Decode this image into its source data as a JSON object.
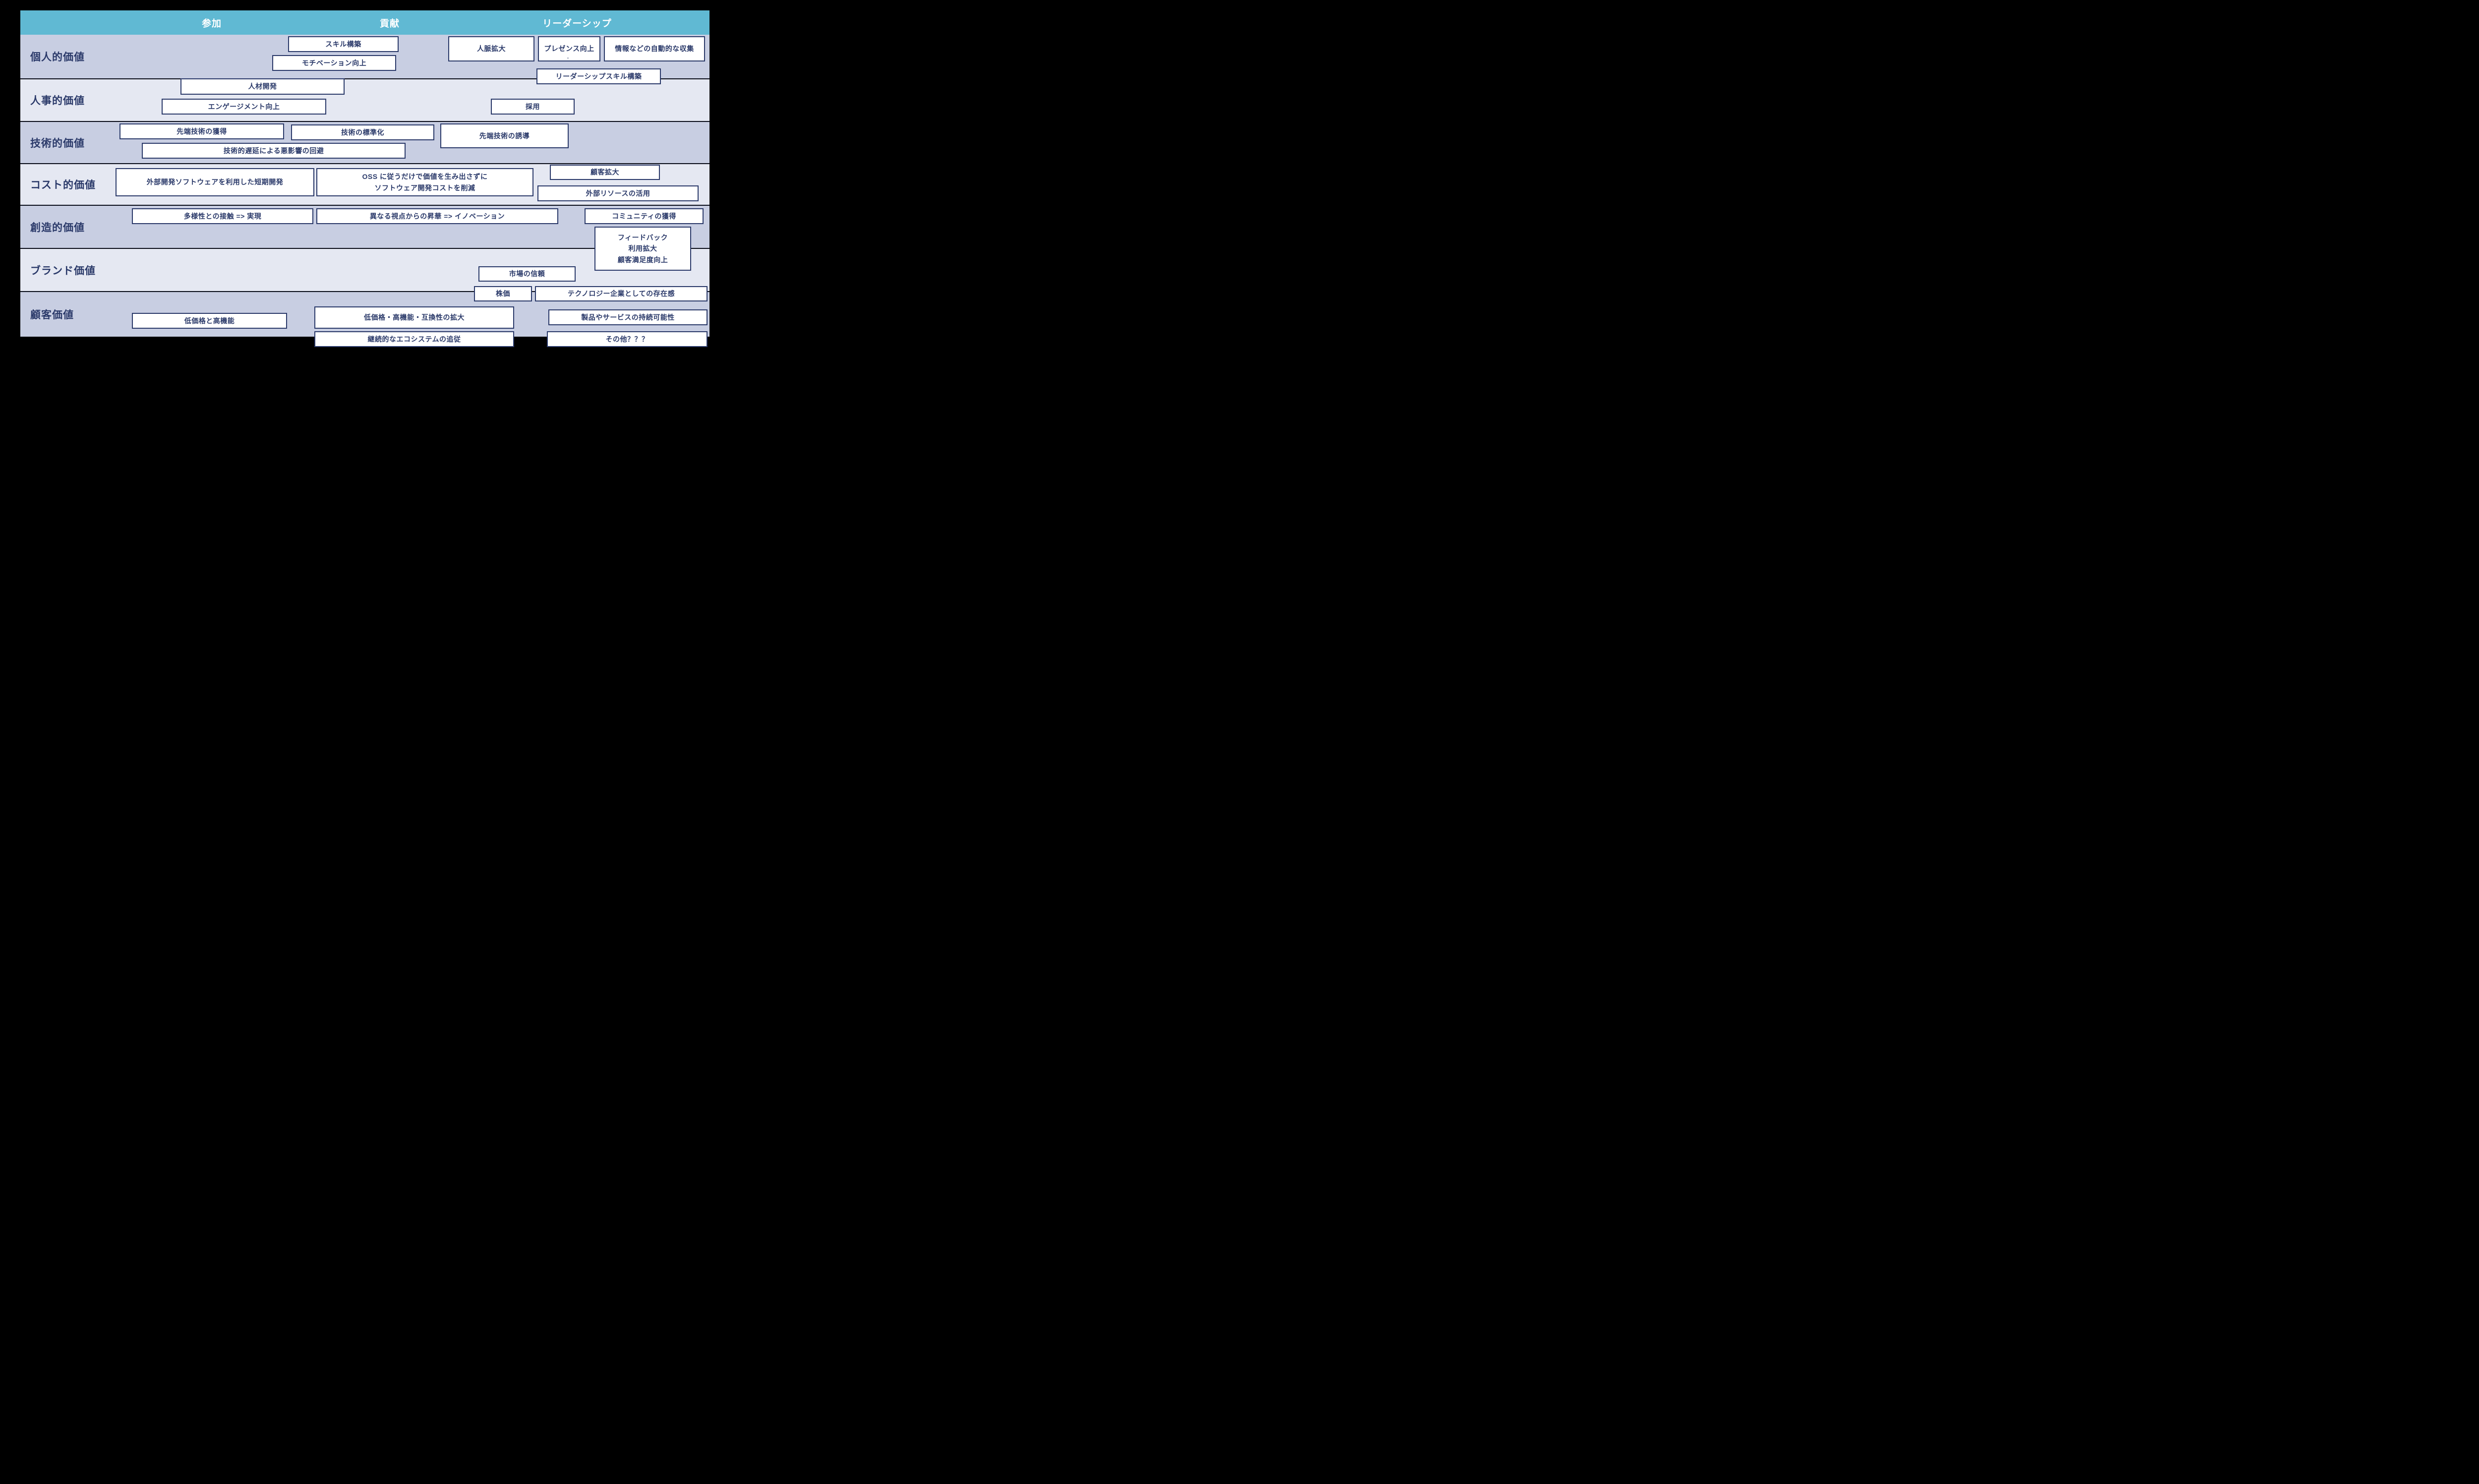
{
  "columns": [
    {
      "label": "参加"
    },
    {
      "label": "貢献"
    },
    {
      "label": "リーダーシップ"
    }
  ],
  "rows": [
    {
      "label": "個人的価値",
      "boxes": [
        {
          "label": "スキル構築"
        },
        {
          "label": "モチベーション向上"
        },
        {
          "label": "人脈拡大"
        },
        {
          "label": "プレゼンス向上"
        },
        {
          "label": "情報などの自動的な収集"
        },
        {
          "label": "リーダーシップスキル構築"
        }
      ]
    },
    {
      "label": "人事的価値",
      "boxes": [
        {
          "label": "人材開発"
        },
        {
          "label": "エンゲージメント向上"
        },
        {
          "label": "採用"
        }
      ]
    },
    {
      "label": "技術的価値",
      "boxes": [
        {
          "label": "先端技術の獲得"
        },
        {
          "label": "技術の標準化"
        },
        {
          "label": "先端技術の誘導"
        },
        {
          "label": "技術的遅延による悪影響の回避"
        }
      ]
    },
    {
      "label": "コスト的価値",
      "boxes": [
        {
          "label": "外部開発ソフトウェアを利用した短期開発"
        },
        {
          "label": "OSS に従うだけで価値を生み出さずに\nソフトウェア開発コストを削減"
        },
        {
          "label": "顧客拡大"
        },
        {
          "label": "外部リソースの活用"
        }
      ]
    },
    {
      "label": "創造的価値",
      "boxes": [
        {
          "label": "多様性との接触 => 実現"
        },
        {
          "label": "異なる視点からの昇華 => イノベーション"
        },
        {
          "label": "コミュニティの獲得"
        },
        {
          "label": "フィードバック\n利用拡大\n顧客満足度向上"
        }
      ]
    },
    {
      "label": "ブランド価値",
      "boxes": [
        {
          "label": "市場の信頼"
        },
        {
          "label": "株価"
        },
        {
          "label": "テクノロジー企業としての存在感"
        }
      ]
    },
    {
      "label": "顧客価値",
      "boxes": [
        {
          "label": "低価格と高機能"
        },
        {
          "label": "低価格・高機能・互換性の拡大"
        },
        {
          "label": "製品やサービスの持続可能性"
        },
        {
          "label": "継続的なエコシステムの追従"
        },
        {
          "label": "その他？？？"
        }
      ]
    }
  ],
  "stray_dot": ".",
  "colors": {
    "header_bg": "#60b9d3",
    "header_text": "#ffffff",
    "row_dark": "#c8cee2",
    "row_light": "#e5e8f2",
    "box_bg": "#ffffff",
    "box_border": "#2b3a6a",
    "text": "#2b3a6a",
    "separator": "#0b0e1a",
    "page_bg": "#000000"
  }
}
